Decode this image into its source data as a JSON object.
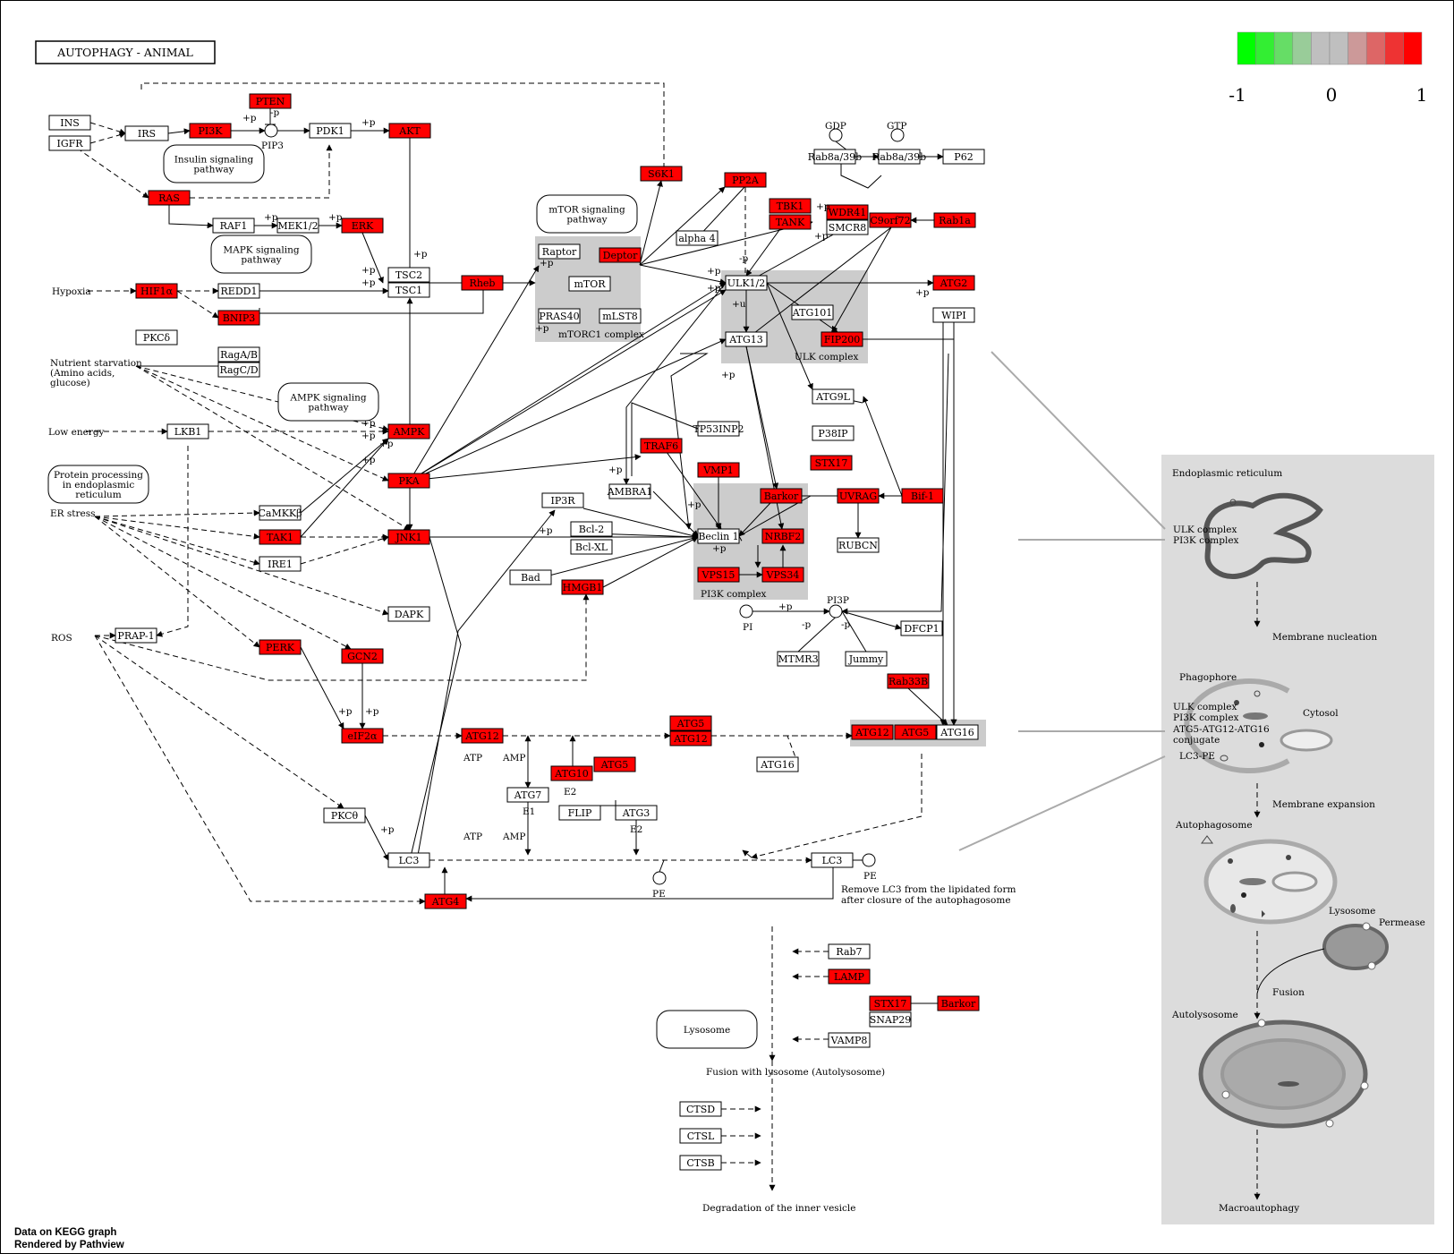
{
  "title": "AUTOPHAGY - ANIMAL",
  "legend": {
    "min": "-1",
    "mid": "0",
    "max": "1",
    "colors": [
      "#00ff00",
      "#33ee33",
      "#66dd66",
      "#99cc99",
      "#bfbfbf",
      "#bfbfbf",
      "#cc9999",
      "#dd6666",
      "#ee3333",
      "#ff0000"
    ]
  },
  "colors": {
    "up": "#ff0000",
    "none": "#ffffff",
    "complex": "#cccccc",
    "panel": "#dcdcdc"
  },
  "footer": {
    "line1": "Data on KEGG graph",
    "line2": "Rendered by Pathview"
  },
  "nodes": {
    "ins": "INS",
    "igfr": "IGFR",
    "irs": "IRS",
    "pi3k": "PI3K",
    "pten": "PTEN",
    "pdk1": "PDK1",
    "akt": "AKT",
    "ras": "RAS",
    "raf1": "RAF1",
    "mek": "MEK1/2",
    "erk": "ERK",
    "hif1a": "HIF1α",
    "redd1": "REDD1",
    "bnip3": "BNIP3",
    "pkcd": "PKCδ",
    "ragab": "RagA/B",
    "ragcd": "RagC/D",
    "tsc2": "TSC2",
    "tsc1": "TSC1",
    "rheb": "Rheb",
    "s6k1": "S6K1",
    "raptor": "Raptor",
    "deptor": "Deptor",
    "mtor": "mTOR",
    "pras40": "PRAS40",
    "mlst8": "mLST8",
    "pp2a": "PP2A",
    "alpha4": "alpha 4",
    "tbk1": "TBK1",
    "tank": "TANK",
    "wdr41": "WDR41",
    "smcr8": "SMCR8",
    "c9orf72": "C9orf72",
    "rab1a": "Rab1a",
    "rab8a_gdp": "Rab8a/39b",
    "rab8a_gtp": "Rab8a/39b",
    "p62": "P62",
    "ulk": "ULK1/2",
    "atg13": "ATG13",
    "atg101": "ATG101",
    "fip200": "FIP200",
    "atg2": "ATG2",
    "wipi": "WIPI",
    "atg9l": "ATG9L",
    "p38ip": "P38IP",
    "lkb1": "LKB1",
    "ampk": "AMPK",
    "pka": "PKA",
    "camkkb": "CaMKKβ",
    "tak1": "TAK1",
    "jnk1": "JNK1",
    "ire1": "IRE1",
    "tp53inp2": "TP53INP2",
    "traf6": "TRAF6",
    "vmp1": "VMP1",
    "stx17a": "STX17",
    "ambra1": "AMBRA1",
    "barkor": "Barkor",
    "uvrag": "UVRAG",
    "bif1": "Bif-1",
    "ip3r": "IP3R",
    "bcl2": "Bcl-2",
    "bclxl": "Bcl-XL",
    "bad": "Bad",
    "beclin1": "Beclin 1",
    "nrbf2": "NRBF2",
    "rubcn": "RUBCN",
    "vps15": "VPS15",
    "vps34": "VPS34",
    "hmgb1": "HMGB1",
    "dapk": "DAPK",
    "prap1": "PRAP-1",
    "perk": "PERK",
    "gcn2": "GCN2",
    "eif2a": "eIF2α",
    "atg12a": "ATG12",
    "atg5a": "ATG5",
    "atg12b": "ATG12",
    "atg10": "ATG10",
    "atg5b": "ATG5",
    "atg16a": "ATG16",
    "atg12c": "ATG12",
    "atg5c": "ATG5",
    "atg16b": "ATG16",
    "rab33b": "Rab33B",
    "dfcp1": "DFCP1",
    "mtmr3": "MTMR3",
    "jummy": "Jummy",
    "atg7": "ATG7",
    "flip": "FLIP",
    "atg3": "ATG3",
    "pkcq": "PKCθ",
    "lc3a": "LC3",
    "lc3b": "LC3",
    "atg4": "ATG4",
    "rab7": "Rab7",
    "lamp": "LAMP",
    "stx17b": "STX17",
    "barkor2": "Barkor",
    "snap29": "SNAP29",
    "vamp8": "VAMP8",
    "ctsd": "CTSD",
    "ctsl": "CTSL",
    "ctsb": "CTSB"
  },
  "pathways": {
    "insulin": [
      "Insulin signaling",
      "pathway"
    ],
    "mapk": [
      "MAPK signaling",
      "pathway"
    ],
    "mtor": [
      "mTOR signaling",
      "pathway"
    ],
    "ampk": [
      "AMPK signaling",
      "pathway"
    ],
    "protein": [
      "Protein processing",
      "in endoplasmic",
      "reticulum"
    ],
    "lysosome": [
      "Lysosome"
    ]
  },
  "labels": {
    "hypoxia": "Hypoxia",
    "nutrient1": "Nutrient starvation",
    "nutrient2": "(Amino acids,",
    "nutrient3": "glucose)",
    "low_energy": "Low energy",
    "er_stress": "ER stress",
    "ros": "ROS",
    "mtorc1": "mTORC1 complex",
    "ulk_complex": "ULK complex",
    "pi3k_complex": "PI3K complex",
    "gdp": "GDP",
    "gtp": "GTP",
    "pip3": "PIP3",
    "pi": "PI",
    "pi3p": "PI3P",
    "pe1": "PE",
    "pe2": "PE",
    "atp1": "ATP",
    "amp1": "AMP",
    "atp2": "ATP",
    "amp2": "AMP",
    "e1": "E1",
    "e2a": "E2",
    "e2b": "E2",
    "remove1": "Remove LC3 from the lipidated form",
    "remove2": "after closure of the autophagosome",
    "fusion_lys": "Fusion with lysosome (Autolysosome)",
    "degradation": "Degradation of the inner vesicle",
    "plus_p": "+p",
    "minus_p": "-p",
    "plus_u": "+u"
  },
  "panel": {
    "er": "Endoplasmic reticulum",
    "ulk": "ULK complex",
    "pi3k": "PI3K complex",
    "nucleation": "Membrane nucleation",
    "phagophore": "Phagophore",
    "ulk2": "ULK complex",
    "pi3k2": "PI3K complex",
    "conj1": "ATG5-ATG12-ATG16",
    "conj2": "conjugate",
    "lc3pe": "LC3-PE",
    "cytosol": "Cytosol",
    "expansion": "Membrane expansion",
    "autophagosome": "Autophagosome",
    "lysosome": "Lysosome",
    "permease": "Permease",
    "fusion": "Fusion",
    "autolysosome": "Autolysosome",
    "macro": "Macroautophagy"
  }
}
